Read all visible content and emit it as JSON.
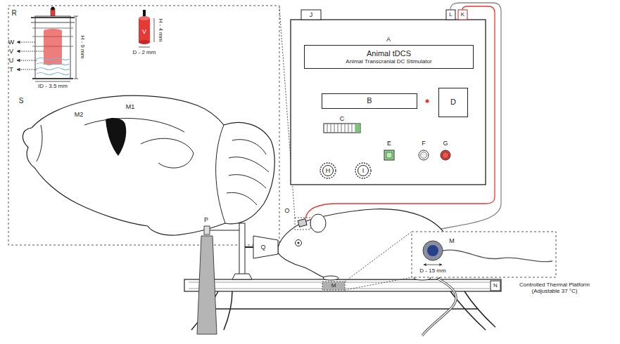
{
  "diagram": {
    "nodes": [
      {
        "text": [
          "Animal tDCS",
          "Animal Transcranial DC Stimulator"
        ]
      },
      {
        "text": [
          "B"
        ]
      },
      {
        "text": [
          "D"
        ]
      }
    ],
    "labels": [
      "R",
      "W",
      "V",
      "U",
      "T",
      "H - 9 mm",
      "ID - 3.5 mm",
      "V",
      "H - 4 mm",
      "D - 2 mm",
      "S",
      "M2",
      "M1",
      "J",
      "L",
      "K",
      "A",
      "C",
      "E",
      "F",
      "G",
      "H",
      "I",
      "O",
      "Q",
      "P",
      "M",
      "D - 15 mm",
      "M",
      "N",
      "Controlled Thermal Platform (Adjustable 37 °C)"
    ]
  }
}
